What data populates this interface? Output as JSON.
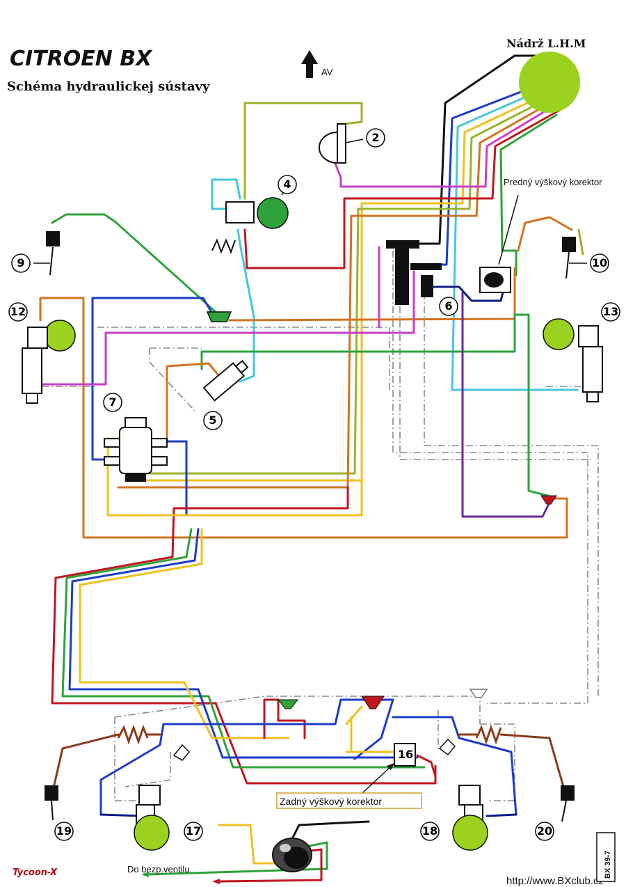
{
  "header": {
    "brand": "CITROEN BX",
    "subtitle": "Schéma hydraulickej sústavy",
    "direction_label": "AV"
  },
  "labels": {
    "reservoir": "Nádrž L.H.M",
    "front_corrector": "Predný výškový korektor",
    "rear_corrector": "Zadný výškový korektor",
    "safety_valve": "Do bezp.ventilu",
    "author": "Tycoon-X",
    "website": "http://www.BXclub.cz",
    "stamp": "BX 39-7"
  },
  "components": [
    "2",
    "4",
    "5",
    "6",
    "7",
    "9",
    "10",
    "12",
    "13",
    "16",
    "17",
    "18",
    "19",
    "20"
  ],
  "colors": {
    "red": "#c0161c",
    "dark_red": "#8b1a1a",
    "green": "#2ea33a",
    "blue": "#1c3cc8",
    "dark_blue": "#0b1d8a",
    "cyan": "#46c6e0",
    "yellow": "#f0c020",
    "orange": "#d2731f",
    "magenta": "#c93dc9",
    "purple": "#6a2a9a",
    "olive": "#9ab32b",
    "sphere": "#9ad21f",
    "grey_return": "#9a9a9a"
  }
}
